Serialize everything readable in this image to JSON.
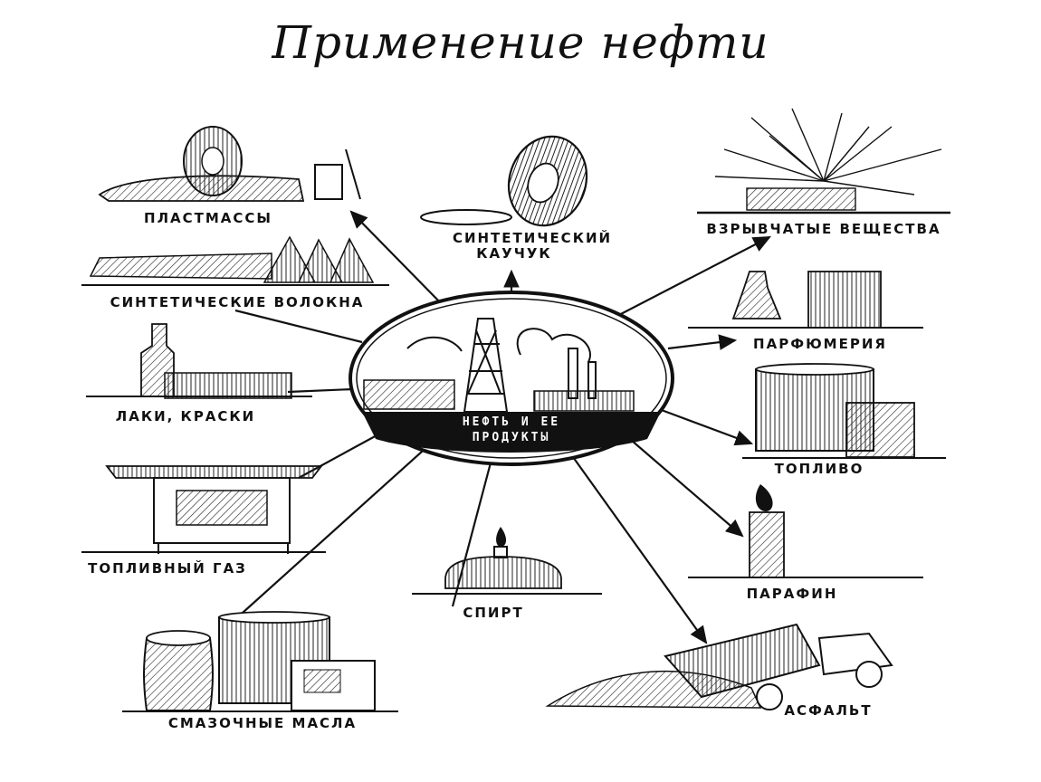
{
  "title": "Применение нефти",
  "center": {
    "line1": "НЕФТЬ И ЕЕ",
    "line2": "ПРОДУКТЫ"
  },
  "products": [
    {
      "id": "plastics",
      "label": "ПЛАСТМАССЫ"
    },
    {
      "id": "rubber",
      "label1": "СИНТЕТИЧЕСКИЙ",
      "label2": "КАУЧУК"
    },
    {
      "id": "explosives",
      "label": "ВЗРЫВЧАТЫЕ ВЕЩЕСТВА"
    },
    {
      "id": "fibers",
      "label": "СИНТЕТИЧЕСКИЕ ВОЛОКНА"
    },
    {
      "id": "perfume",
      "label": "ПАРФЮМЕРИЯ"
    },
    {
      "id": "paints",
      "label": "ЛАКИ, КРАСКИ"
    },
    {
      "id": "fuel",
      "label": "ТОПЛИВО"
    },
    {
      "id": "fuelgas",
      "label": "ТОПЛИВНЫЙ ГАЗ"
    },
    {
      "id": "paraffin",
      "label": "ПАРАФИН"
    },
    {
      "id": "alcohol",
      "label": "СПИРТ"
    },
    {
      "id": "oils",
      "label": "СМАЗОЧНЫЕ МАСЛА"
    },
    {
      "id": "asphalt",
      "label": "АСФАЛЬТ"
    }
  ]
}
